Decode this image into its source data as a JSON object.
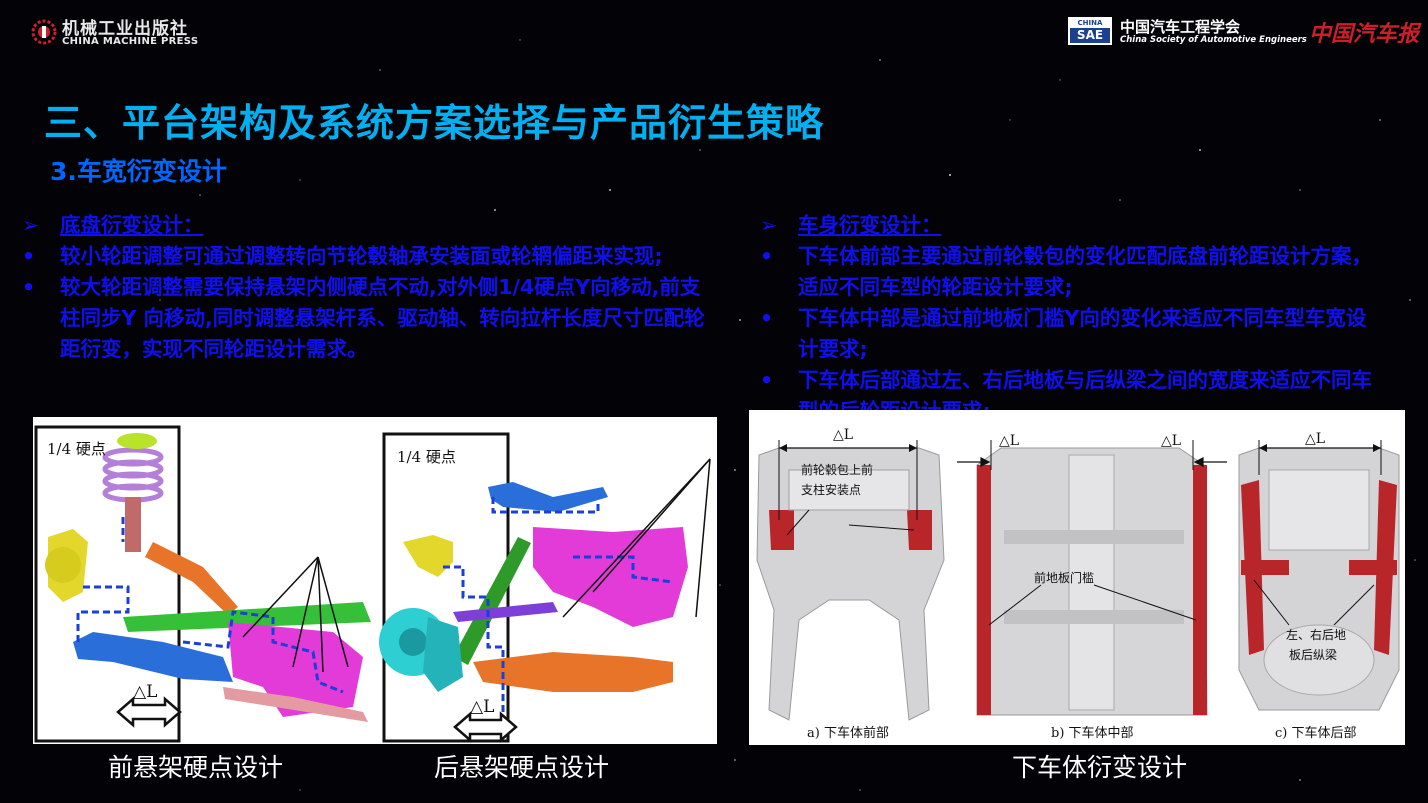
{
  "header": {
    "publisher_cn": "机械工业出版社",
    "publisher_en": "CHINA MACHINE PRESS",
    "sae_badge_top": "CHINA",
    "sae_badge_bottom": "SAE",
    "sae_cn": "中国汽车工程学会",
    "sae_en": "China Society of Automotive Engineers",
    "magazine_logo": "中国汽车报"
  },
  "title": "三、平台架构及系统方案选择与产品衍生策略",
  "subtitle": "3.车宽衍变设计",
  "left_column": {
    "heading_marker": "➢",
    "heading": "底盘衍变设计：",
    "bullet_marker": "•",
    "bullets": [
      "较小轮距调整可通过调整转向节轮毂轴承安装面或轮辋偏距来实现;",
      "较大轮距调整需要保持悬架内侧硬点不动,对外侧1/4硬点Y向移动,前支柱同步Y 向移动,同时调整悬架杆系、驱动轴、转向拉杆长度尺寸匹配轮距衍变，实现不同轮距设计需求。"
    ]
  },
  "right_column": {
    "heading_marker": "➢",
    "heading": "车身衍变设计：",
    "bullet_marker": "•",
    "bullets": [
      "下车体前部主要通过前轮毂包的变化匹配底盘前轮距设计方案，适应不同车型的轮距设计要求;",
      "下车体中部是通过前地板门槛Y向的变化来适应不同车型车宽设计要求;",
      "下车体后部通过左、右后地板与后纵梁之间的宽度来适应不同车型的后轮距设计要求;"
    ]
  },
  "left_figure": {
    "front_label": "1/4 硬点",
    "rear_label": "1/4 硬点",
    "delta_front": "△L",
    "delta_rear": "△L"
  },
  "right_figure": {
    "delta_a": "△L",
    "delta_b1": "△L",
    "delta_b2": "△L",
    "delta_c": "△L",
    "label_a_line1": "前轮毂包上前",
    "label_a_line2": "支柱安装点",
    "label_b": "前地板门槛",
    "label_c_line1": "左、右后地",
    "label_c_line2": "板后纵梁",
    "caption_a": "a) 下车体前部",
    "caption_b": "b) 下车体中部",
    "caption_c": "c) 下车体后部"
  },
  "captions": {
    "front_suspension": "前悬架硬点设计",
    "rear_suspension": "后悬架硬点设计",
    "lower_body": "下车体衍变设计"
  },
  "colors": {
    "title": "#00b0f0",
    "subtitle": "#0066ff",
    "body_text": "#1010ee",
    "background": "#020207",
    "body_red": "#b8262a"
  }
}
